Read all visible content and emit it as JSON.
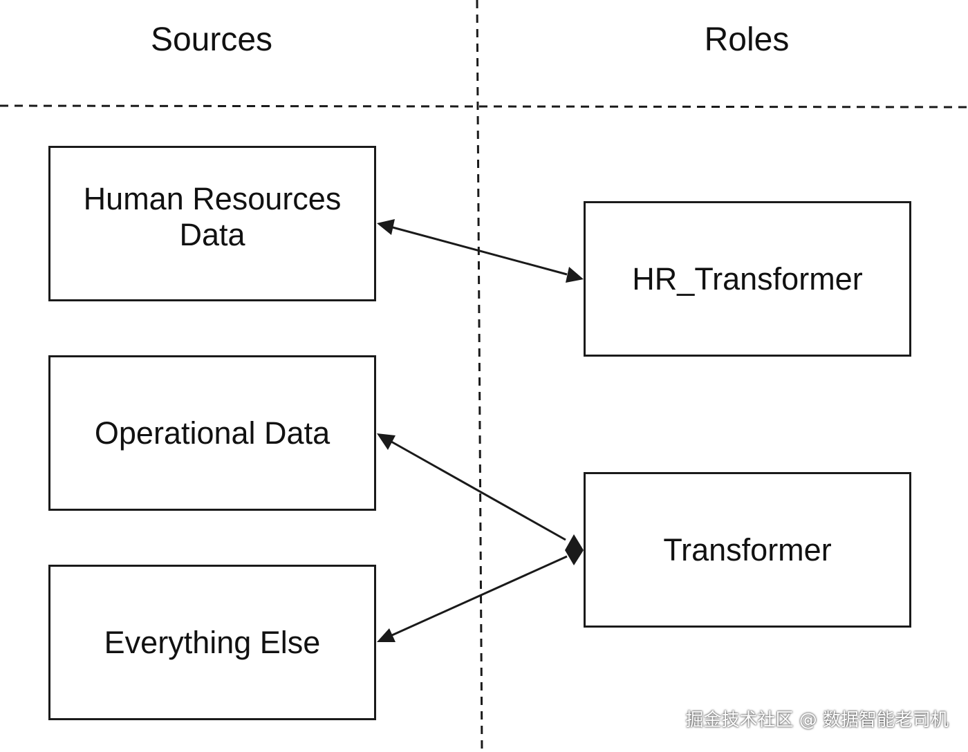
{
  "headers": {
    "sources": "Sources",
    "roles": "Roles"
  },
  "sources": [
    {
      "id": "hr",
      "label": "Human Resources\nData"
    },
    {
      "id": "op",
      "label": "Operational Data"
    },
    {
      "id": "else",
      "label": "Everything Else"
    }
  ],
  "roles": [
    {
      "id": "hrt",
      "label": "HR_Transformer"
    },
    {
      "id": "t",
      "label": "Transformer"
    }
  ],
  "connections": [
    {
      "from": "Human Resources Data",
      "to": "HR_Transformer",
      "type": "bidirectional-arrow"
    },
    {
      "from": "Operational Data",
      "to": "Transformer",
      "type": "arrow-to-source-diamond-at-role"
    },
    {
      "from": "Everything Else",
      "to": "Transformer",
      "type": "arrow-to-source-diamond-at-role"
    }
  ],
  "watermark": "掘金技术社区 @ 数据智能老司机",
  "colors": {
    "line": "#1a1a1a",
    "background": "#ffffff"
  }
}
